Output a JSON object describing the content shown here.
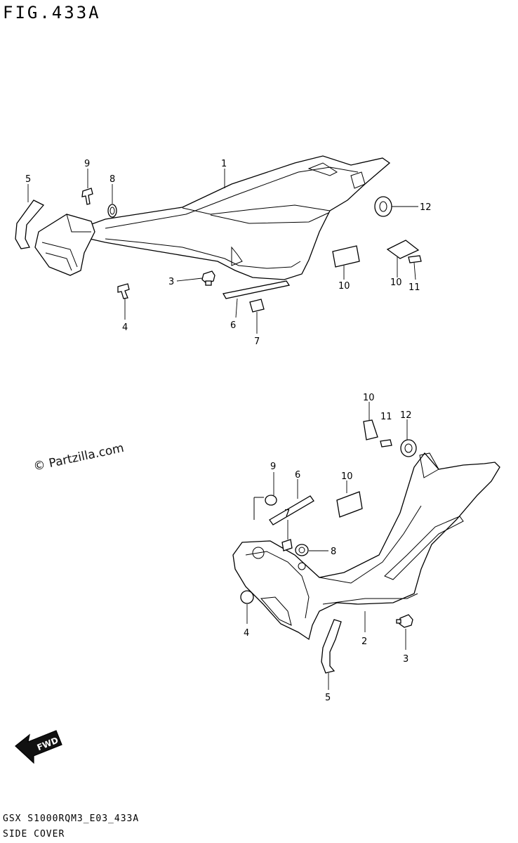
{
  "figure": {
    "title": "FIG.433A",
    "code": "GSX S1000RQM3_E03_433A",
    "name": "SIDE COVER",
    "watermark": "© Partzilla.com",
    "fwd_label": "FWD"
  },
  "upper_callouts": [
    {
      "id": "u1",
      "text": "1"
    },
    {
      "id": "u3",
      "text": "3"
    },
    {
      "id": "u4",
      "text": "4"
    },
    {
      "id": "u5",
      "text": "5"
    },
    {
      "id": "u6",
      "text": "6"
    },
    {
      "id": "u7",
      "text": "7"
    },
    {
      "id": "u8",
      "text": "8"
    },
    {
      "id": "u9",
      "text": "9"
    },
    {
      "id": "u10a",
      "text": "10"
    },
    {
      "id": "u10b",
      "text": "10"
    },
    {
      "id": "u11",
      "text": "11"
    },
    {
      "id": "u12",
      "text": "12"
    }
  ],
  "lower_callouts": [
    {
      "id": "l2",
      "text": "2"
    },
    {
      "id": "l3",
      "text": "3"
    },
    {
      "id": "l4",
      "text": "4"
    },
    {
      "id": "l5",
      "text": "5"
    },
    {
      "id": "l6",
      "text": "6"
    },
    {
      "id": "l7",
      "text": "7"
    },
    {
      "id": "l8",
      "text": "8"
    },
    {
      "id": "l9",
      "text": "9"
    },
    {
      "id": "l10a",
      "text": "10"
    },
    {
      "id": "l10b",
      "text": "10"
    },
    {
      "id": "l11",
      "text": "11"
    },
    {
      "id": "l12",
      "text": "12"
    }
  ]
}
